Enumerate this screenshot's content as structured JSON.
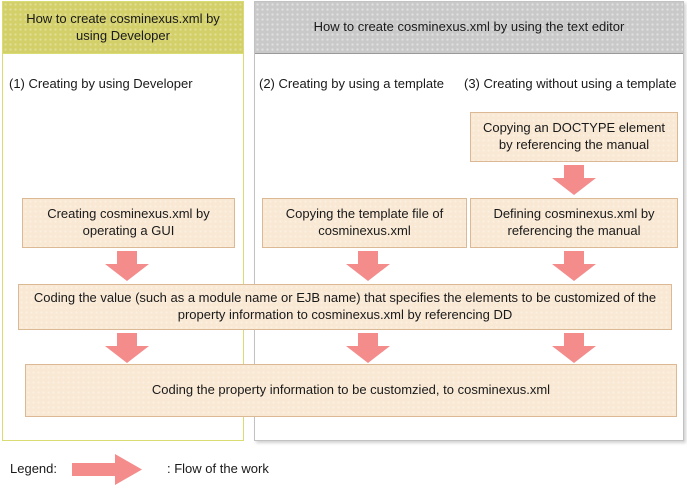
{
  "colors": {
    "left_header_bg": "#d3d069",
    "left_panel_border": "#d9dc72",
    "right_header_bg": "#c9c9c9",
    "right_header_border": "#9a9a9a",
    "right_panel_border": "#c2c2c2",
    "box_bg": "#f9e8d3",
    "box_border": "#dcb995",
    "arrow": "#f48c8c",
    "text": "#1a1a1a"
  },
  "left_column": {
    "header": "How to create cosminexus.xml by using Developer",
    "method_label": "(1) Creating by using Developer",
    "gui_box": "Creating cosminexus.xml by operating a GUI"
  },
  "right_panel": {
    "header": "How to create cosminexus.xml by using the text editor",
    "method2_label": "(2) Creating by using a template",
    "method3_label": "(3) Creating without using a template",
    "template_box": "Copying the template file of cosminexus.xml",
    "doctype_box": "Copying an DOCTYPE element by referencing the manual",
    "defining_box": "Defining cosminexus.xml by referencing the manual"
  },
  "shared": {
    "coding_value_box": "Coding the value (such as a module name or EJB name) that specifies the elements to be customized of the property information to cosminexus.xml by referencing DD",
    "coding_property_box": "Coding the property information to be customzied, to cosminexus.xml"
  },
  "legend": {
    "label": "Legend:",
    "arrow_meaning": ": Flow of the work"
  }
}
